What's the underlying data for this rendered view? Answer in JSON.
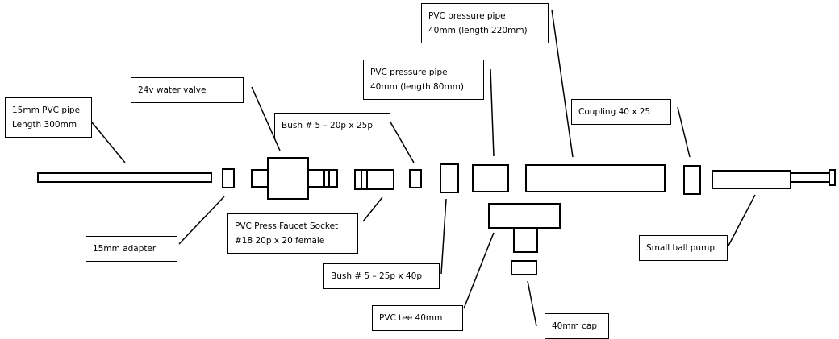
{
  "labels": {
    "pvc_pipe_15": [
      "15mm PVC pipe",
      "Length 300mm"
    ],
    "water_valve": [
      "24v water valve"
    ],
    "bush_20_25": [
      "Bush # 5 – 20p x 25p"
    ],
    "pvc_pressure_80": [
      "PVC pressure pipe",
      "40mm (length 80mm)"
    ],
    "pvc_pressure_220": [
      "PVC pressure pipe",
      "40mm (length 220mm)"
    ],
    "coupling": [
      "Coupling 40 x 25"
    ],
    "faucet_socket": [
      "PVC Press Faucet Socket",
      "#18 20p x 20 female"
    ],
    "adapter_15": [
      "15mm adapter"
    ],
    "bush_25_40": [
      "Bush # 5 – 25p x 40p"
    ],
    "tee_40": [
      "PVC tee 40mm"
    ],
    "cap_40": [
      "40mm cap"
    ],
    "ball_pump": [
      "Small ball pump"
    ]
  }
}
